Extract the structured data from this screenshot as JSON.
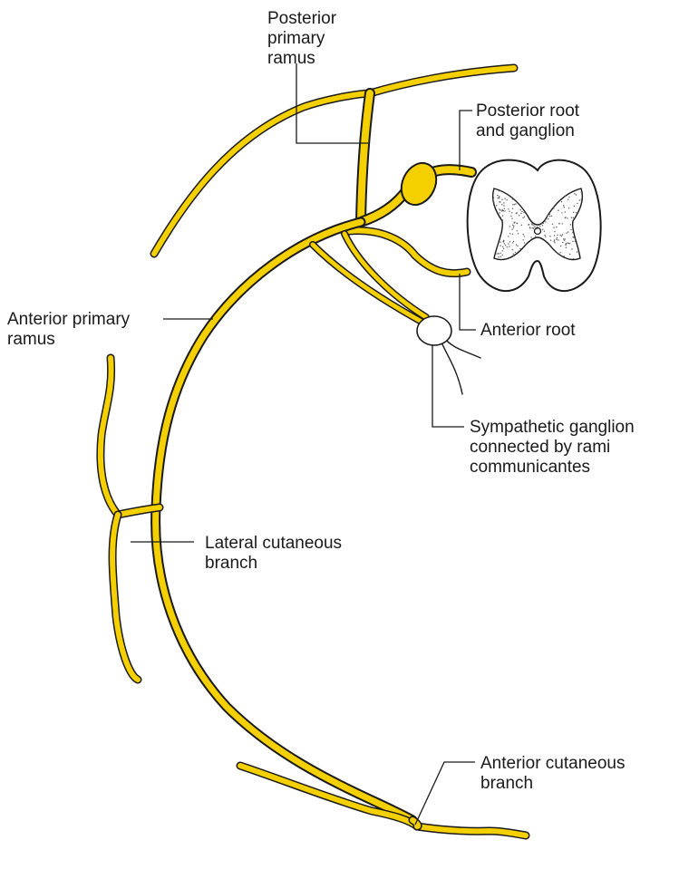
{
  "labels": {
    "posterior_primary_ramus": [
      "Posterior",
      "primary",
      "ramus"
    ],
    "posterior_root_ganglion": [
      "Posterior root",
      "and ganglion"
    ],
    "anterior_primary_ramus": [
      "Anterior primary",
      "ramus"
    ],
    "anterior_root": [
      "Anterior root"
    ],
    "sympathetic_ganglion": [
      "Sympathetic ganglion",
      "connected by rami",
      "communicantes"
    ],
    "lateral_cutaneous_branch": [
      "Lateral cutaneous",
      "branch"
    ],
    "anterior_cutaneous_branch": [
      "Anterior cutaneous",
      "branch"
    ]
  },
  "colors": {
    "nerve": "#f5d000",
    "outline": "#1a1a1a",
    "background": "#ffffff"
  }
}
